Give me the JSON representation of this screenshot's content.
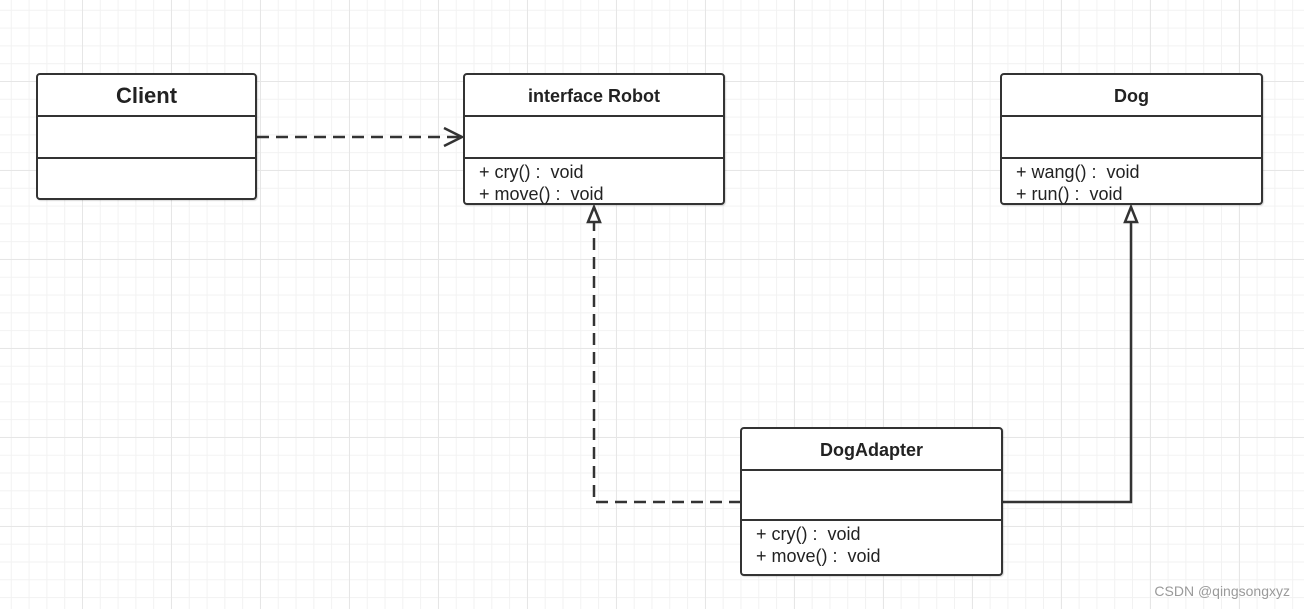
{
  "classes": [
    {
      "id": "client",
      "name": "Client",
      "methods": []
    },
    {
      "id": "robot",
      "name": "interface Robot",
      "methods": [
        "+ cry() :  void",
        "+ move() :  void"
      ]
    },
    {
      "id": "dog",
      "name": "Dog",
      "methods": [
        "+ wang() :  void",
        "+ run() :  void"
      ]
    },
    {
      "id": "dogadapter",
      "name": "DogAdapter",
      "methods": [
        "+ cry() :  void",
        "+ move() :  void"
      ]
    }
  ],
  "relationships": [
    {
      "from": "Client",
      "to": "interface Robot",
      "type": "dependency"
    },
    {
      "from": "DogAdapter",
      "to": "interface Robot",
      "type": "realization"
    },
    {
      "from": "DogAdapter",
      "to": "Dog",
      "type": "generalization"
    }
  ],
  "watermark": "CSDN @qingsongxyz",
  "colors": {
    "line": "#333333",
    "background": "#ffffff",
    "grid": "#e6e6e6"
  }
}
